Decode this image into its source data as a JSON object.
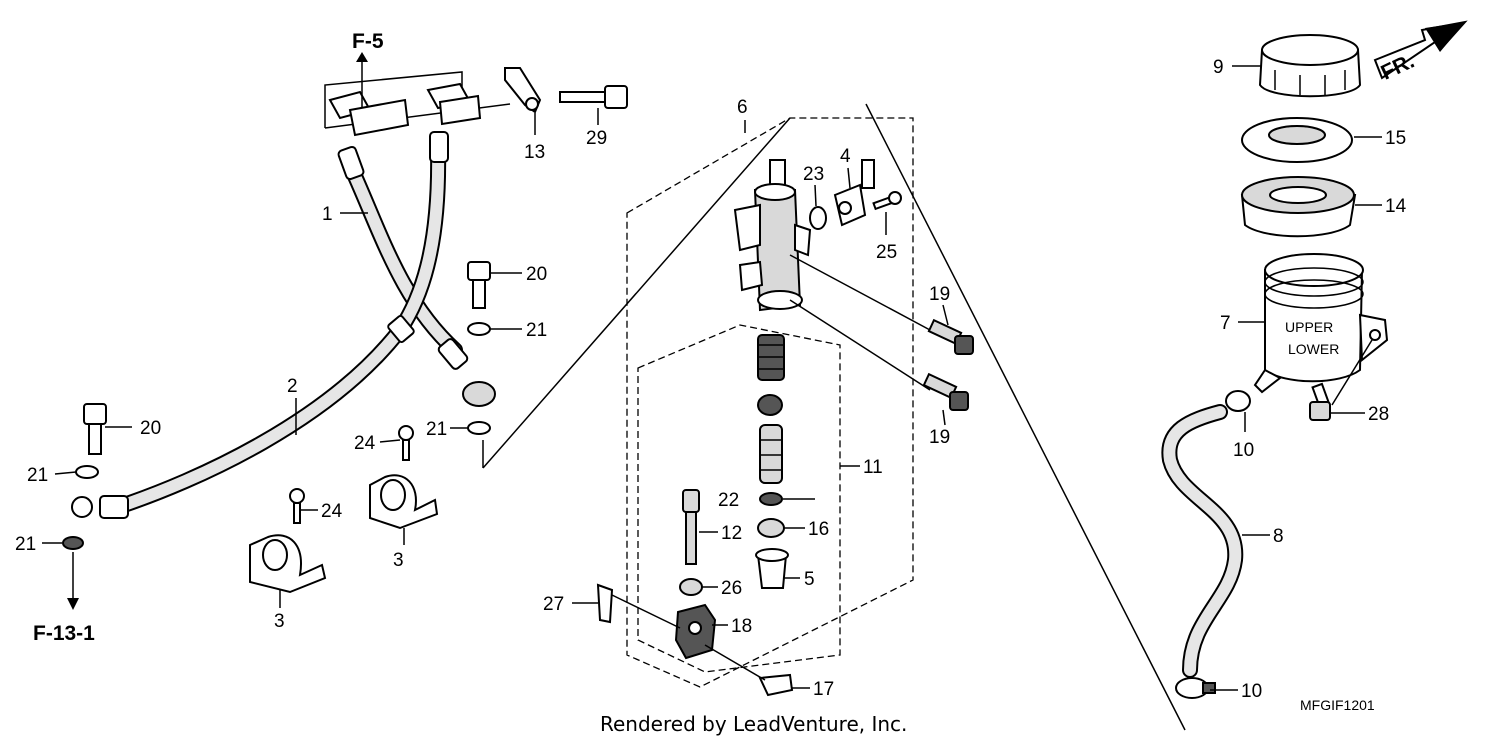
{
  "diagram": {
    "callouts": [
      "9",
      "15",
      "14",
      "7",
      "10",
      "28",
      "8",
      "10",
      "6",
      "4",
      "23",
      "25",
      "19",
      "19",
      "11",
      "22",
      "16",
      "12",
      "5",
      "26",
      "18",
      "27",
      "17",
      "29",
      "13",
      "1",
      "20",
      "21",
      "2",
      "21",
      "24",
      "3",
      "24",
      "3",
      "20",
      "21",
      "21"
    ],
    "references": {
      "top": "F-5",
      "bottom": "F-13-1"
    },
    "direction_badge": "FR.",
    "reservoir_markings": [
      "UPPER",
      "LOWER"
    ],
    "diagram_code": "MFGIF1201",
    "credit": "Rendered by LeadVenture, Inc."
  }
}
